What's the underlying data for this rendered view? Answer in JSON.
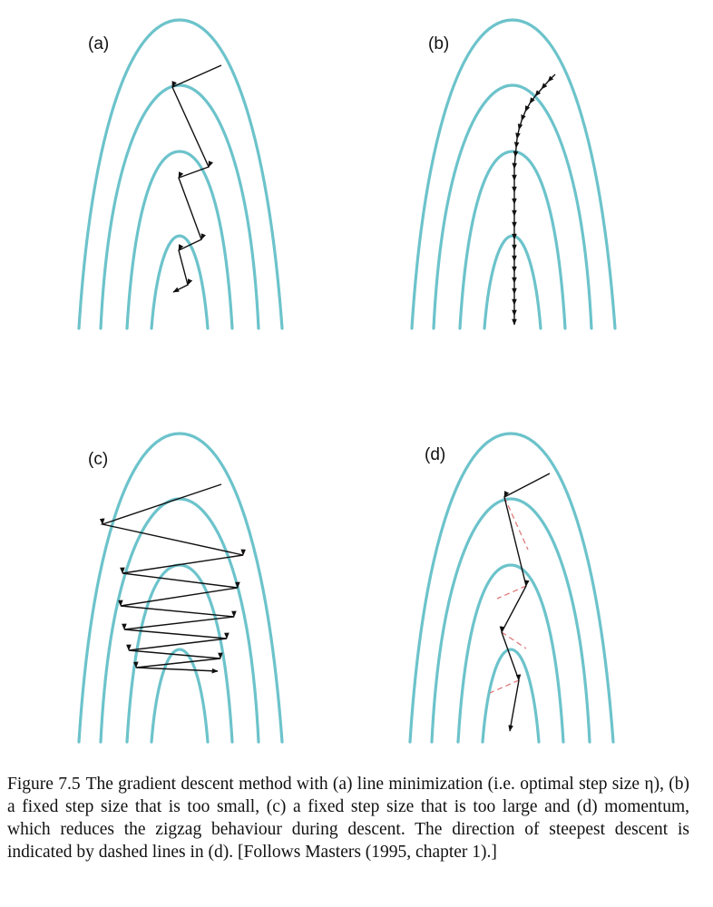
{
  "figure": {
    "panels": [
      {
        "id": "a",
        "label": "(a)"
      },
      {
        "id": "b",
        "label": "(b)"
      },
      {
        "id": "c",
        "label": "(c)"
      },
      {
        "id": "d",
        "label": "(d)"
      }
    ],
    "contour_color": "#6cc3cb",
    "path_color": "#111111",
    "steepest_descent_dash_color": "#e07a7a"
  },
  "caption": {
    "number": "Figure 7.5",
    "text": "The gradient descent method with (a) line minimization (i.e. optimal step size η), (b) a fixed step size that is too small, (c) a fixed step size that is too large and (d) momentum, which reduces the zigzag behaviour during descent. The direction of steepest descent is indicated by dashed lines in (d). [Follows Masters (1995, chapter 1).]"
  }
}
